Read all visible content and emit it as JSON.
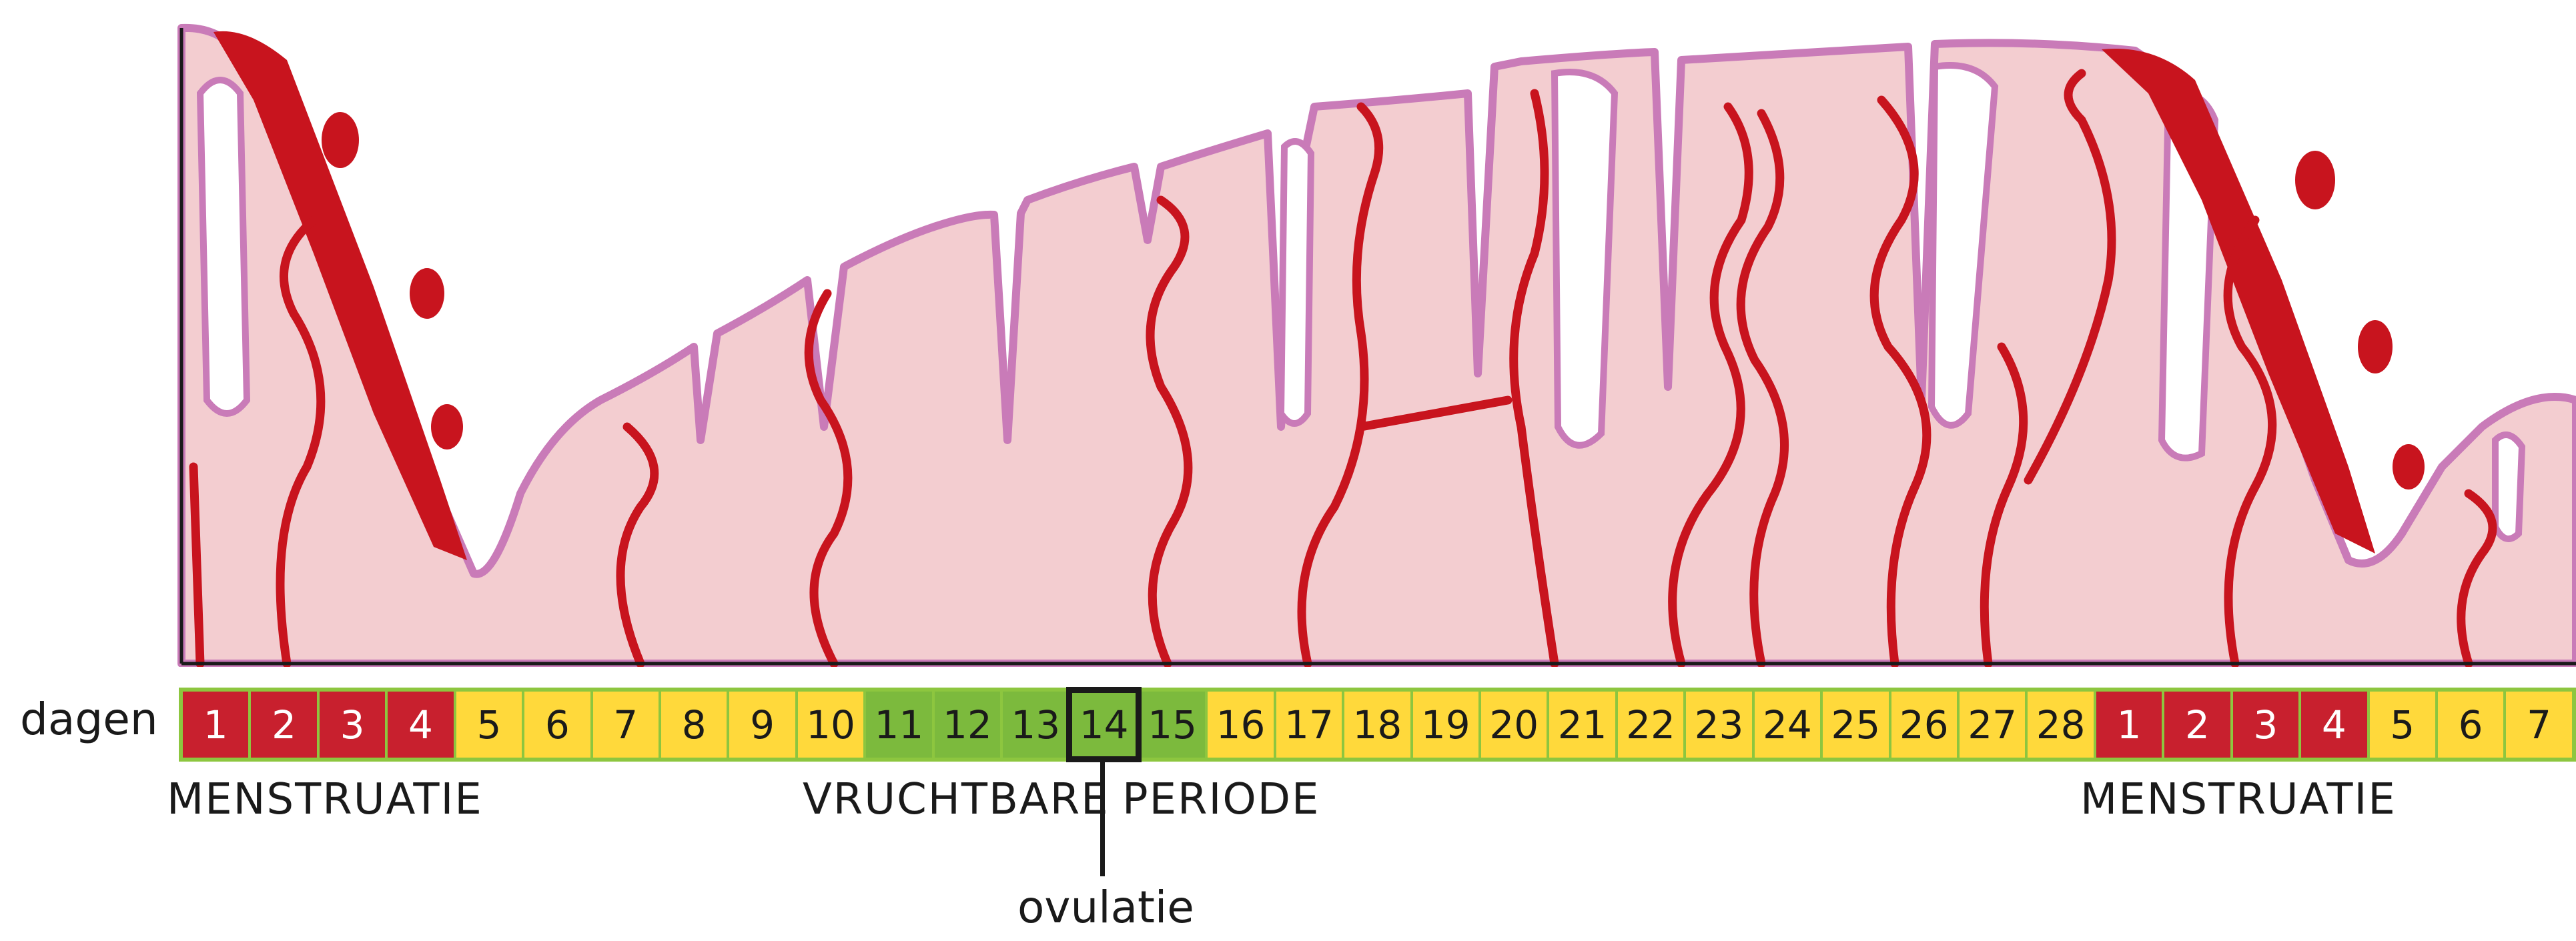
{
  "colors": {
    "tissue": "#f3cdd0",
    "tissue_edge": "#c97bb8",
    "vessel": "#c8141e",
    "menstruation_day": "#c8202e",
    "normal_day": "#ffd93b",
    "fertile_day": "#7cba3d",
    "strip_border": "#8dc63f"
  },
  "day_strip": {
    "label": "dagen",
    "days": [
      {
        "n": "1",
        "phase": "menstruation"
      },
      {
        "n": "2",
        "phase": "menstruation"
      },
      {
        "n": "3",
        "phase": "menstruation"
      },
      {
        "n": "4",
        "phase": "menstruation"
      },
      {
        "n": "5",
        "phase": "normal"
      },
      {
        "n": "6",
        "phase": "normal"
      },
      {
        "n": "7",
        "phase": "normal"
      },
      {
        "n": "8",
        "phase": "normal"
      },
      {
        "n": "9",
        "phase": "normal"
      },
      {
        "n": "10",
        "phase": "normal"
      },
      {
        "n": "11",
        "phase": "fertile"
      },
      {
        "n": "12",
        "phase": "fertile"
      },
      {
        "n": "13",
        "phase": "fertile"
      },
      {
        "n": "14",
        "phase": "fertile",
        "ovulation": true
      },
      {
        "n": "15",
        "phase": "fertile"
      },
      {
        "n": "16",
        "phase": "normal"
      },
      {
        "n": "17",
        "phase": "normal"
      },
      {
        "n": "18",
        "phase": "normal"
      },
      {
        "n": "19",
        "phase": "normal"
      },
      {
        "n": "20",
        "phase": "normal"
      },
      {
        "n": "21",
        "phase": "normal"
      },
      {
        "n": "22",
        "phase": "normal"
      },
      {
        "n": "23",
        "phase": "normal"
      },
      {
        "n": "24",
        "phase": "normal"
      },
      {
        "n": "25",
        "phase": "normal"
      },
      {
        "n": "26",
        "phase": "normal"
      },
      {
        "n": "27",
        "phase": "normal"
      },
      {
        "n": "28",
        "phase": "normal"
      },
      {
        "n": "1",
        "phase": "menstruation"
      },
      {
        "n": "2",
        "phase": "menstruation"
      },
      {
        "n": "3",
        "phase": "menstruation"
      },
      {
        "n": "4",
        "phase": "menstruation"
      },
      {
        "n": "5",
        "phase": "normal"
      },
      {
        "n": "6",
        "phase": "normal"
      },
      {
        "n": "7",
        "phase": "normal"
      }
    ]
  },
  "phases": {
    "menstruation_1": "MENSTRUATIE",
    "fertile_a": "VRUCHTBARE",
    "fertile_b": "PERIODE",
    "menstruation_2": "MENSTRUATIE"
  },
  "ovulation_label": "ovulatie"
}
